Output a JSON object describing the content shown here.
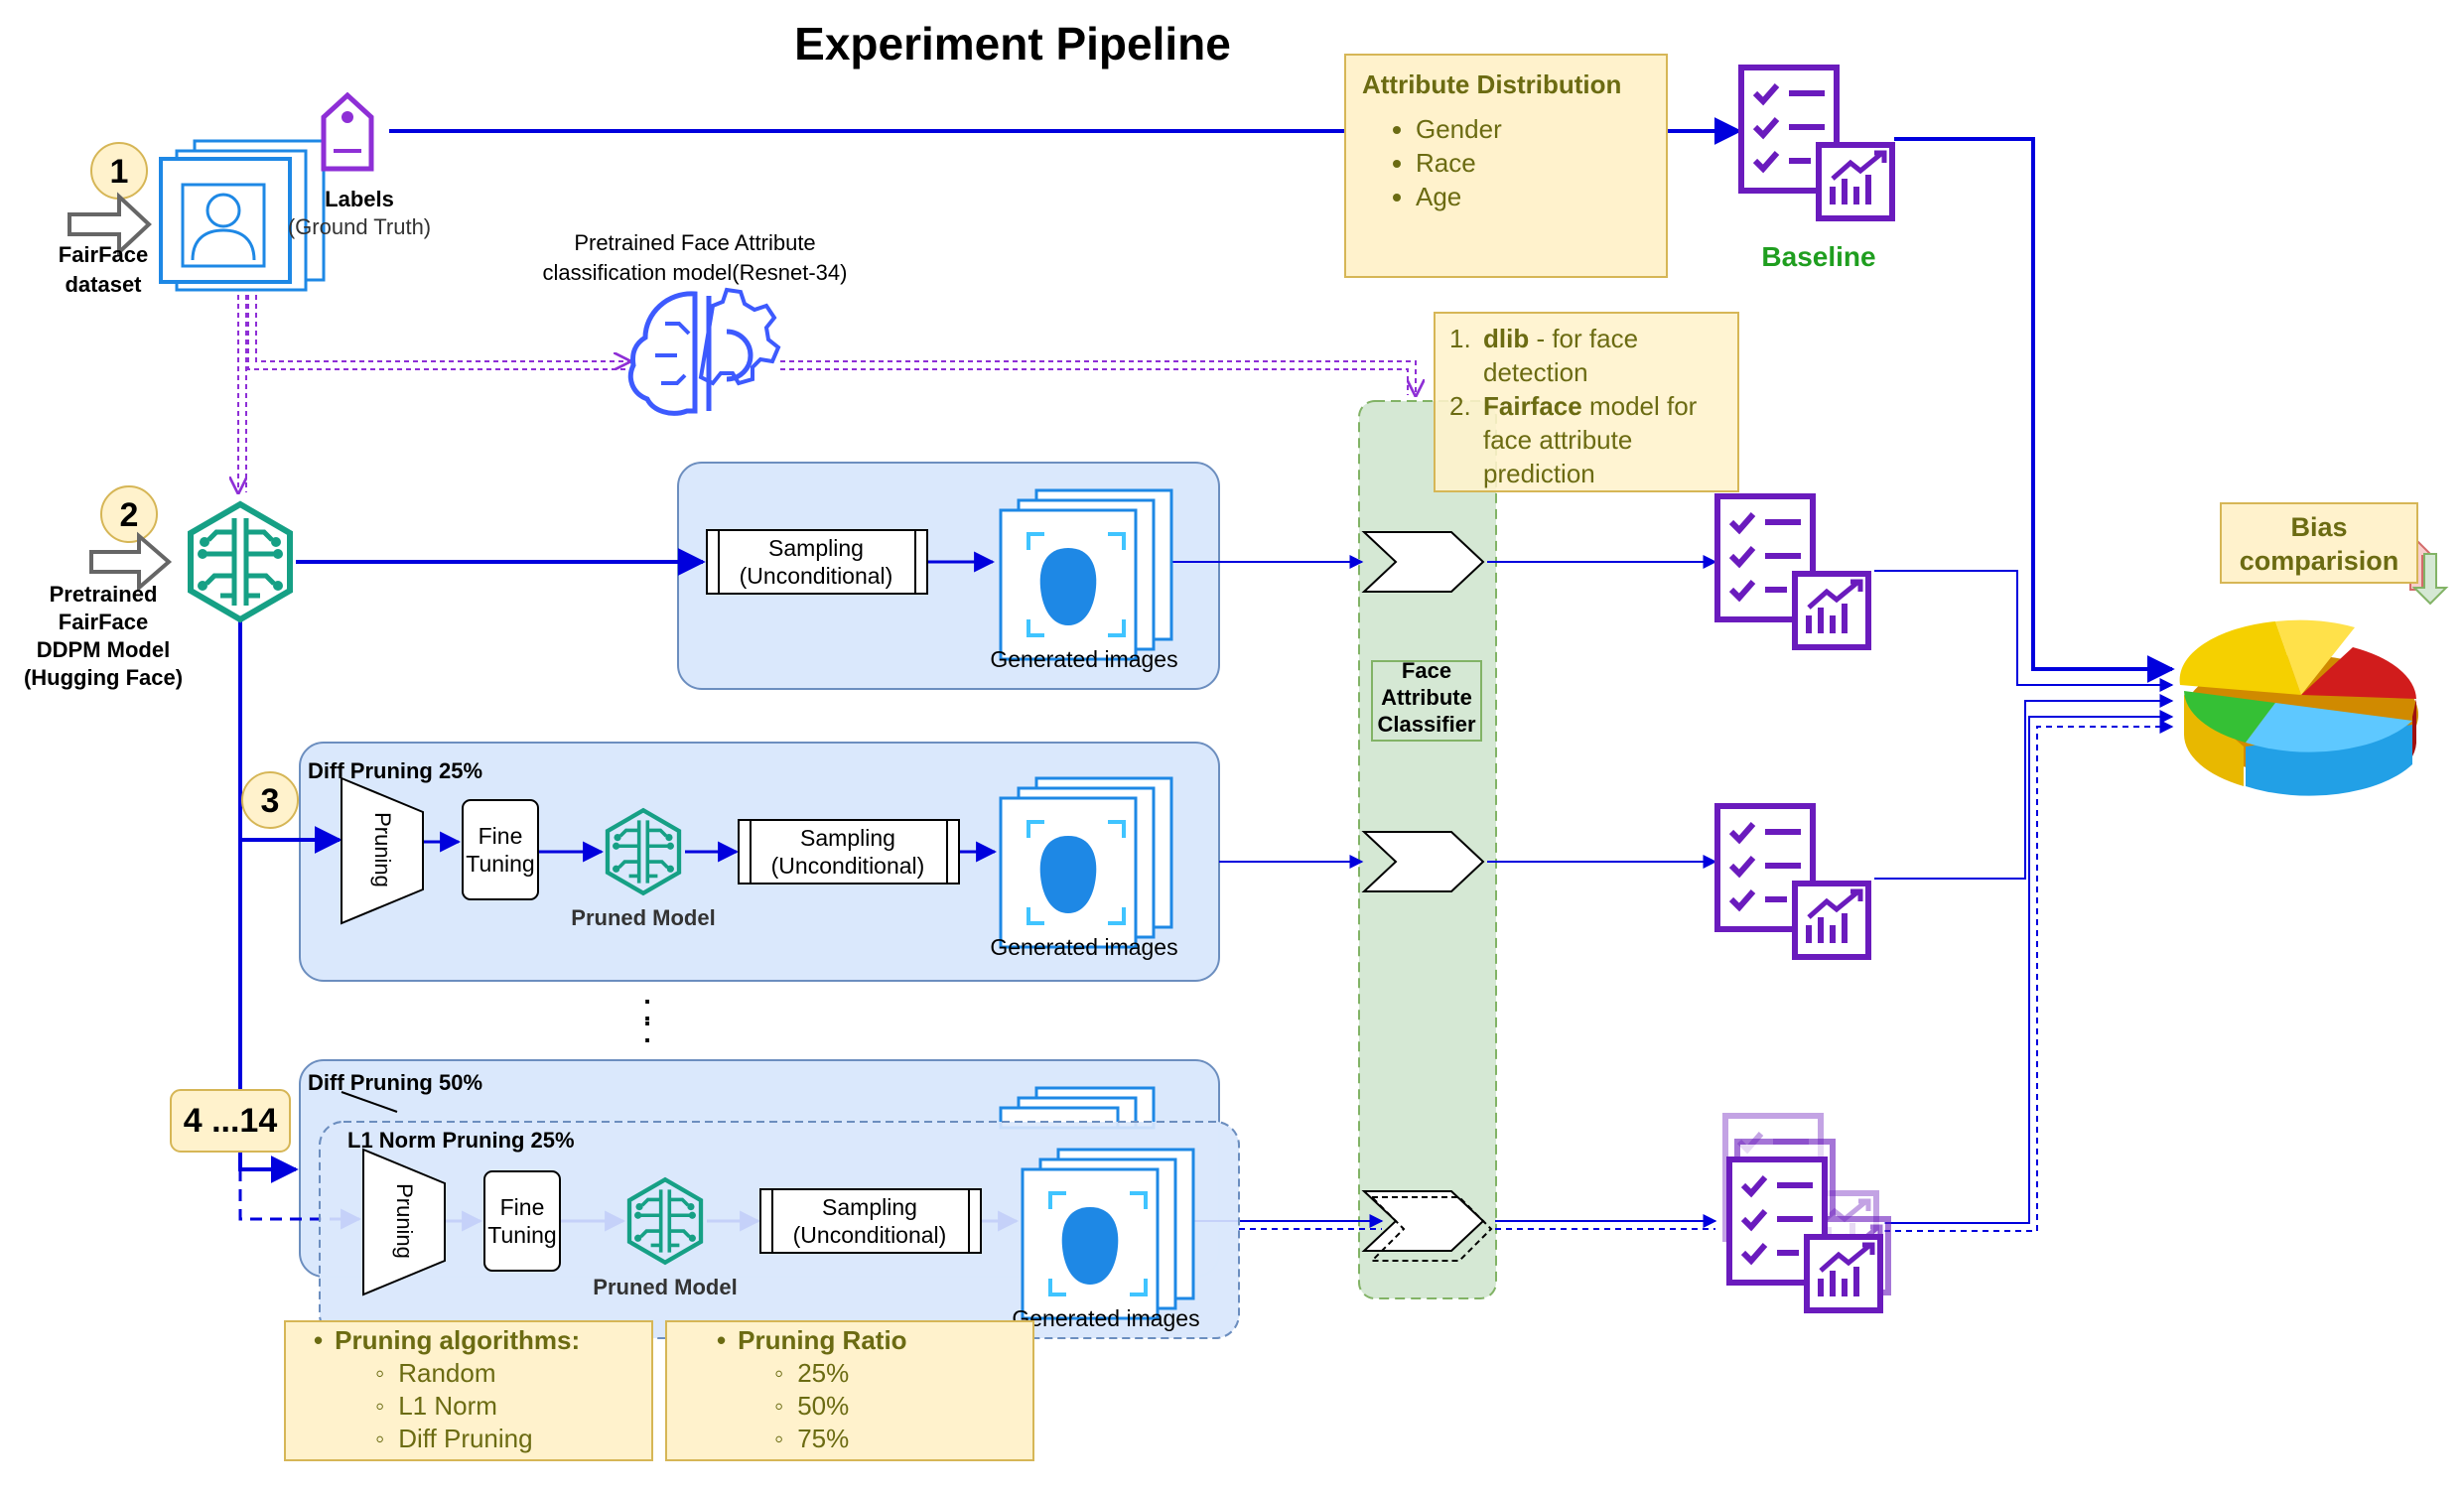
{
  "title": "Experiment Pipeline",
  "steps": {
    "s1": "1",
    "s2": "2",
    "s3": "3",
    "s4": "4 ...14"
  },
  "dataset_label": [
    "FairFace",
    "dataset"
  ],
  "labels_title": "Labels",
  "labels_sub": "(Ground Truth)",
  "pretrained_classifier": [
    "Pretrained Face Attribute",
    "classification model(Resnet-34)"
  ],
  "ddpm_label": [
    "Pretrained",
    "FairFace",
    "DDPM Model",
    "(Hugging Face)"
  ],
  "attr_dist": {
    "title": "Attribute Distribution",
    "items": [
      "Gender",
      "Race",
      "Age"
    ]
  },
  "baseline": "Baseline",
  "classifier_note": {
    "items": [
      {
        "bold": "dlib",
        "text": " - for face detection",
        "lines": [
          "dlib - for face",
          "detection"
        ]
      },
      {
        "bold": "Fairface",
        "text": " model for face attribute prediction",
        "lines": [
          "Fairface model",
          "for face attribute",
          "prediction"
        ]
      }
    ]
  },
  "face_classifier": [
    "Face",
    "Attribute",
    "Classifier"
  ],
  "bias_comparison": [
    "Bias",
    "comparision"
  ],
  "rows": {
    "unpruned": {
      "sampling": [
        "Sampling",
        "(Unconditional)"
      ],
      "generated": "Generated images"
    },
    "diff25": {
      "title": "Diff Pruning 25%",
      "pruning": "Pruning",
      "fine": [
        "Fine",
        "Tuning"
      ],
      "pruned_model": "Pruned Model",
      "sampling": [
        "Sampling",
        "(Unconditional)"
      ],
      "generated": "Generated images"
    },
    "ellipsis": ":",
    "diff50": {
      "title": "Diff Pruning 50%"
    },
    "l1_25": {
      "title": "L1 Norm Pruning 25%",
      "pruning": "Pruning",
      "fine": [
        "Fine",
        "Tuning"
      ],
      "pruned_model": "Pruned Model",
      "sampling": [
        "Sampling",
        "(Unconditional)"
      ],
      "generated": "Generated images"
    }
  },
  "pruning_algorithms": {
    "title": "Pruning algorithms:",
    "items": [
      "Random",
      "L1 Norm",
      "Diff Pruning"
    ]
  },
  "pruning_ratio": {
    "title": "Pruning Ratio",
    "items": [
      "25%",
      "50%",
      "75%"
    ]
  },
  "colors": {
    "arrow_blue": "#0000dd",
    "purple": "#6a1bbd",
    "teal": "#16a085",
    "group_fill": "#dae8fc",
    "group_stroke": "#6c8ebf",
    "note_fill": "#fff2cc",
    "note_stroke": "#d6b656",
    "green_fill": "#d5e8d4",
    "green_stroke": "#82b366",
    "baseline_green": "#1f9e1f"
  }
}
